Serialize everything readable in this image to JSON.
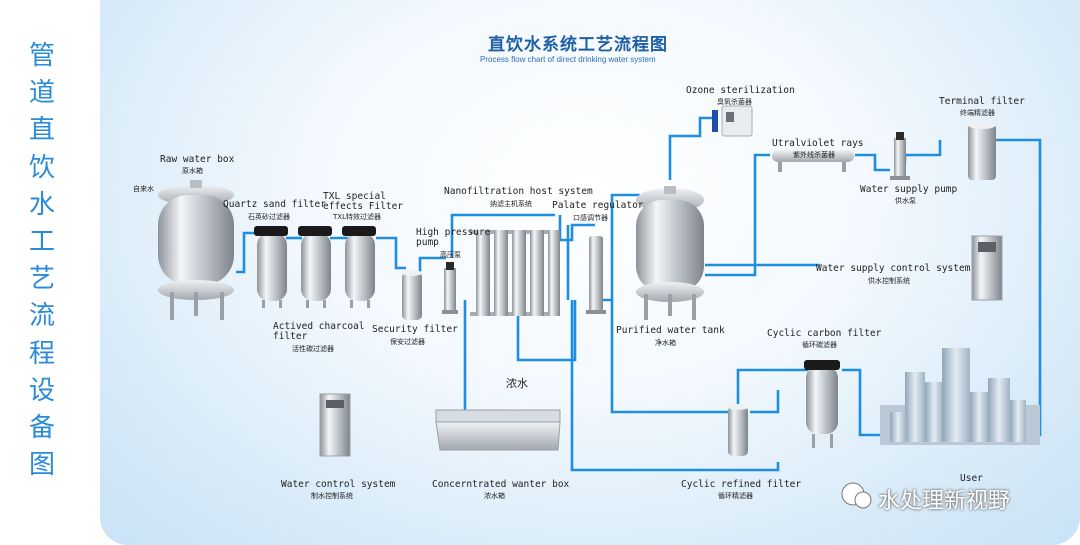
{
  "side_title": [
    "管",
    "道",
    "直",
    "饮",
    "水",
    "工",
    "艺",
    "流",
    "程",
    "设",
    "备",
    "图"
  ],
  "title": {
    "cn": "直饮水系统工艺流程图",
    "en": "Process flow chart of direct drinking water system"
  },
  "equipment": {
    "raw_water_box": {
      "en": "Raw water box",
      "cn": "原水箱",
      "inlet": "自来水"
    },
    "quartz_sand_filter": {
      "en": "Quartz sand filter",
      "cn": "石英砂过滤器"
    },
    "txl_filter": {
      "en1": "TXL special",
      "en2": "effects Filter",
      "cn": "TXL特效过滤器"
    },
    "activated_charcoal": {
      "en1": "Actived charcoal",
      "en2": "filter",
      "cn": "活性碳过滤器"
    },
    "high_pressure_pump": {
      "en1": "High pressure",
      "en2": "pump",
      "cn": "高压泵"
    },
    "security_filter": {
      "en": "Security filter",
      "cn": "保安过滤器"
    },
    "nanofiltration": {
      "en": "Nanofiltration host system",
      "cn": "纳滤主机系统"
    },
    "palate_regulator": {
      "en": "Palate regulator",
      "cn": "口感调节器"
    },
    "purified_tank": {
      "en": "Purified water tank",
      "cn": "净水箱"
    },
    "ozone": {
      "en": "Ozone sterilization",
      "cn": "臭氧杀菌器"
    },
    "uv": {
      "en": "Utralviolet rays",
      "cn": "紫外线杀菌器"
    },
    "supply_pump": {
      "en": "Water supply pump",
      "cn": "供水泵"
    },
    "terminal_filter": {
      "en": "Terminal filter",
      "cn": "终端精滤器"
    },
    "supply_control": {
      "en": "Water supply control system",
      "cn": "供水控制系统"
    },
    "cyclic_carbon": {
      "en": "Cyclic carbon filter",
      "cn": "循环碳滤器"
    },
    "cyclic_refined": {
      "en": "Cyclic refined filter",
      "cn": "循环精滤器"
    },
    "water_control": {
      "en": "Water control system",
      "cn": "制水控制系统"
    },
    "concentrate_box": {
      "en": "Concerntrated wanter box",
      "cn": "浓水箱",
      "pipe_label": "浓水"
    },
    "user": {
      "en": "User"
    }
  },
  "watermark": {
    "text": "水处理新视野"
  },
  "colors": {
    "pipe": "#1e8fe0",
    "title": "#1f5fa6",
    "side_title": "#2a8bd8"
  }
}
